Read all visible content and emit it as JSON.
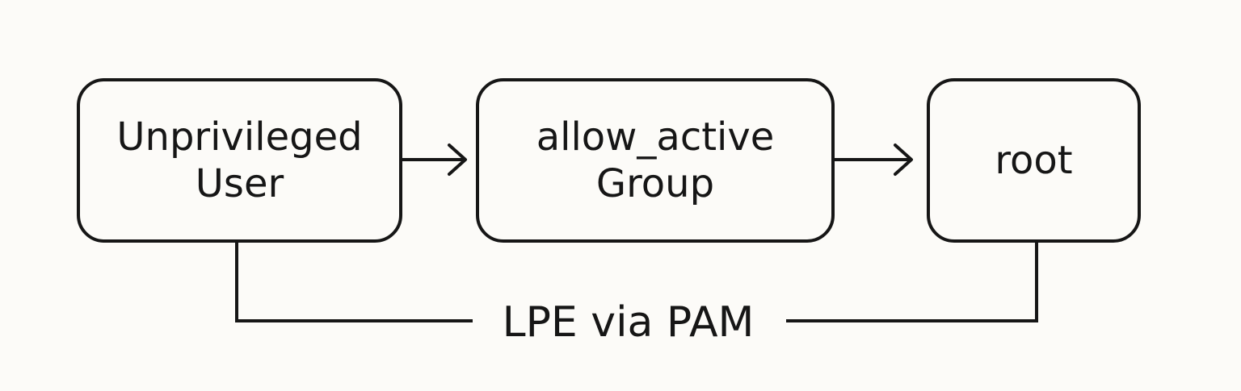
{
  "diagram": {
    "nodes": {
      "user": {
        "line1": "Unprivileged",
        "line2": "User"
      },
      "group": {
        "line1": "allow_active",
        "line2": "Group"
      },
      "root": {
        "line1": "root"
      }
    },
    "bypass_label": "LPE via PAM"
  },
  "colors": {
    "background": "#fcfbf8",
    "stroke": "#161616"
  }
}
